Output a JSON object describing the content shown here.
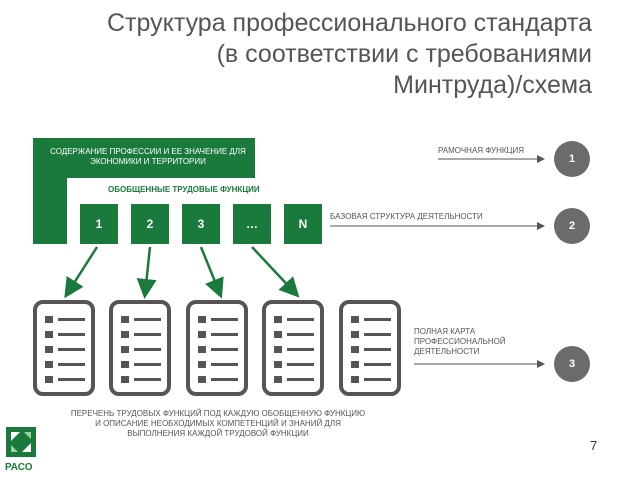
{
  "title": {
    "line1": "Структура профессионального стандарта",
    "line2": "(в соответствии с требованиями",
    "line3": "Минтруда)/схема"
  },
  "structure": {
    "content_label": "СОДЕРЖАНИЕ ПРОФЕССИИ И ЕЕ ЗНАЧЕНИЕ ДЛЯ ЭКОНОМИКИ И ТЕРРИТОРИИ",
    "generalized_label": "ОБОБЩЕННЫЕ ТРУДОВЫЕ ФУНКЦИИ",
    "boxes": [
      "1",
      "2",
      "3",
      "…",
      "N"
    ]
  },
  "list_caption": "ПЕРЕЧЕНЬ ТРУДОВЫХ ФУНКЦИЙ ПОД КАЖДУЮ ОБОБЩЕННУЮ ФУНКЦИЮ И ОПИСАНИЕ НЕОБХОДИМЫХ КОМПЕТЕНЦИЙ И ЗНАНИЙ ДЛЯ ВЫПОЛНЕНИЯ КАЖДОЙ ТРУДОВОЙ ФУНКЦИИ",
  "levels": [
    {
      "label": "РАМОЧНАЯ ФУНКЦИЯ",
      "number": "1"
    },
    {
      "label": "БАЗОВАЯ СТРУКТУРА ДЕЯТЕЛЬНОСТИ",
      "number": "2"
    },
    {
      "label": "ПОЛНАЯ КАРТА ПРОФЕССИОНАЛЬНОЙ ДЕЯТЕЛЬНОСТИ",
      "number": "3"
    }
  ],
  "page_number": "7",
  "logo": {
    "text": "РАСО"
  },
  "colors": {
    "green": "#1a7a3c",
    "gray": "#555555",
    "circle": "#6b6b6b"
  }
}
